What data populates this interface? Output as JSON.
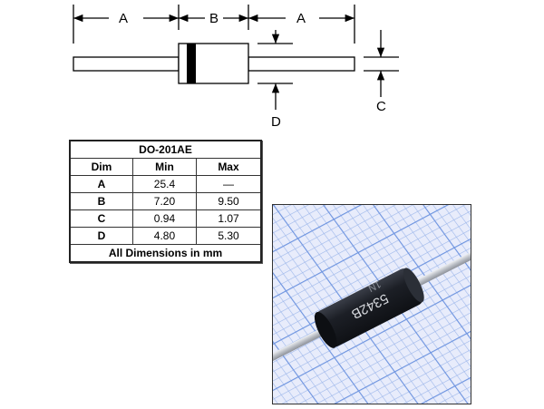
{
  "diagram": {
    "labels": {
      "lead_length_left": "A",
      "body_length": "B",
      "lead_length_right": "A",
      "body_diameter": "D",
      "lead_diameter": "C"
    },
    "colors": {
      "line": "#000000",
      "band": "#000000",
      "background": "#ffffff"
    }
  },
  "table": {
    "title": "DO-201AE",
    "headers": [
      "Dim",
      "Min",
      "Max"
    ],
    "rows": [
      {
        "dim": "A",
        "min": "25.4",
        "max": "—"
      },
      {
        "dim": "B",
        "min": "7.20",
        "max": "9.50"
      },
      {
        "dim": "C",
        "min": "0.94",
        "max": "1.07"
      },
      {
        "dim": "D",
        "min": "4.80",
        "max": "5.30"
      }
    ],
    "footer": "All Dimensions in mm"
  },
  "photo": {
    "subject": "axial-lead diode on graph paper",
    "marking_line1": "5342B",
    "marking_line2": "1N",
    "colors": {
      "grid": "#7fa2e4",
      "paper": "#e8ecfb",
      "body": "#1c1f26",
      "lead": "#c9ccd2"
    }
  }
}
